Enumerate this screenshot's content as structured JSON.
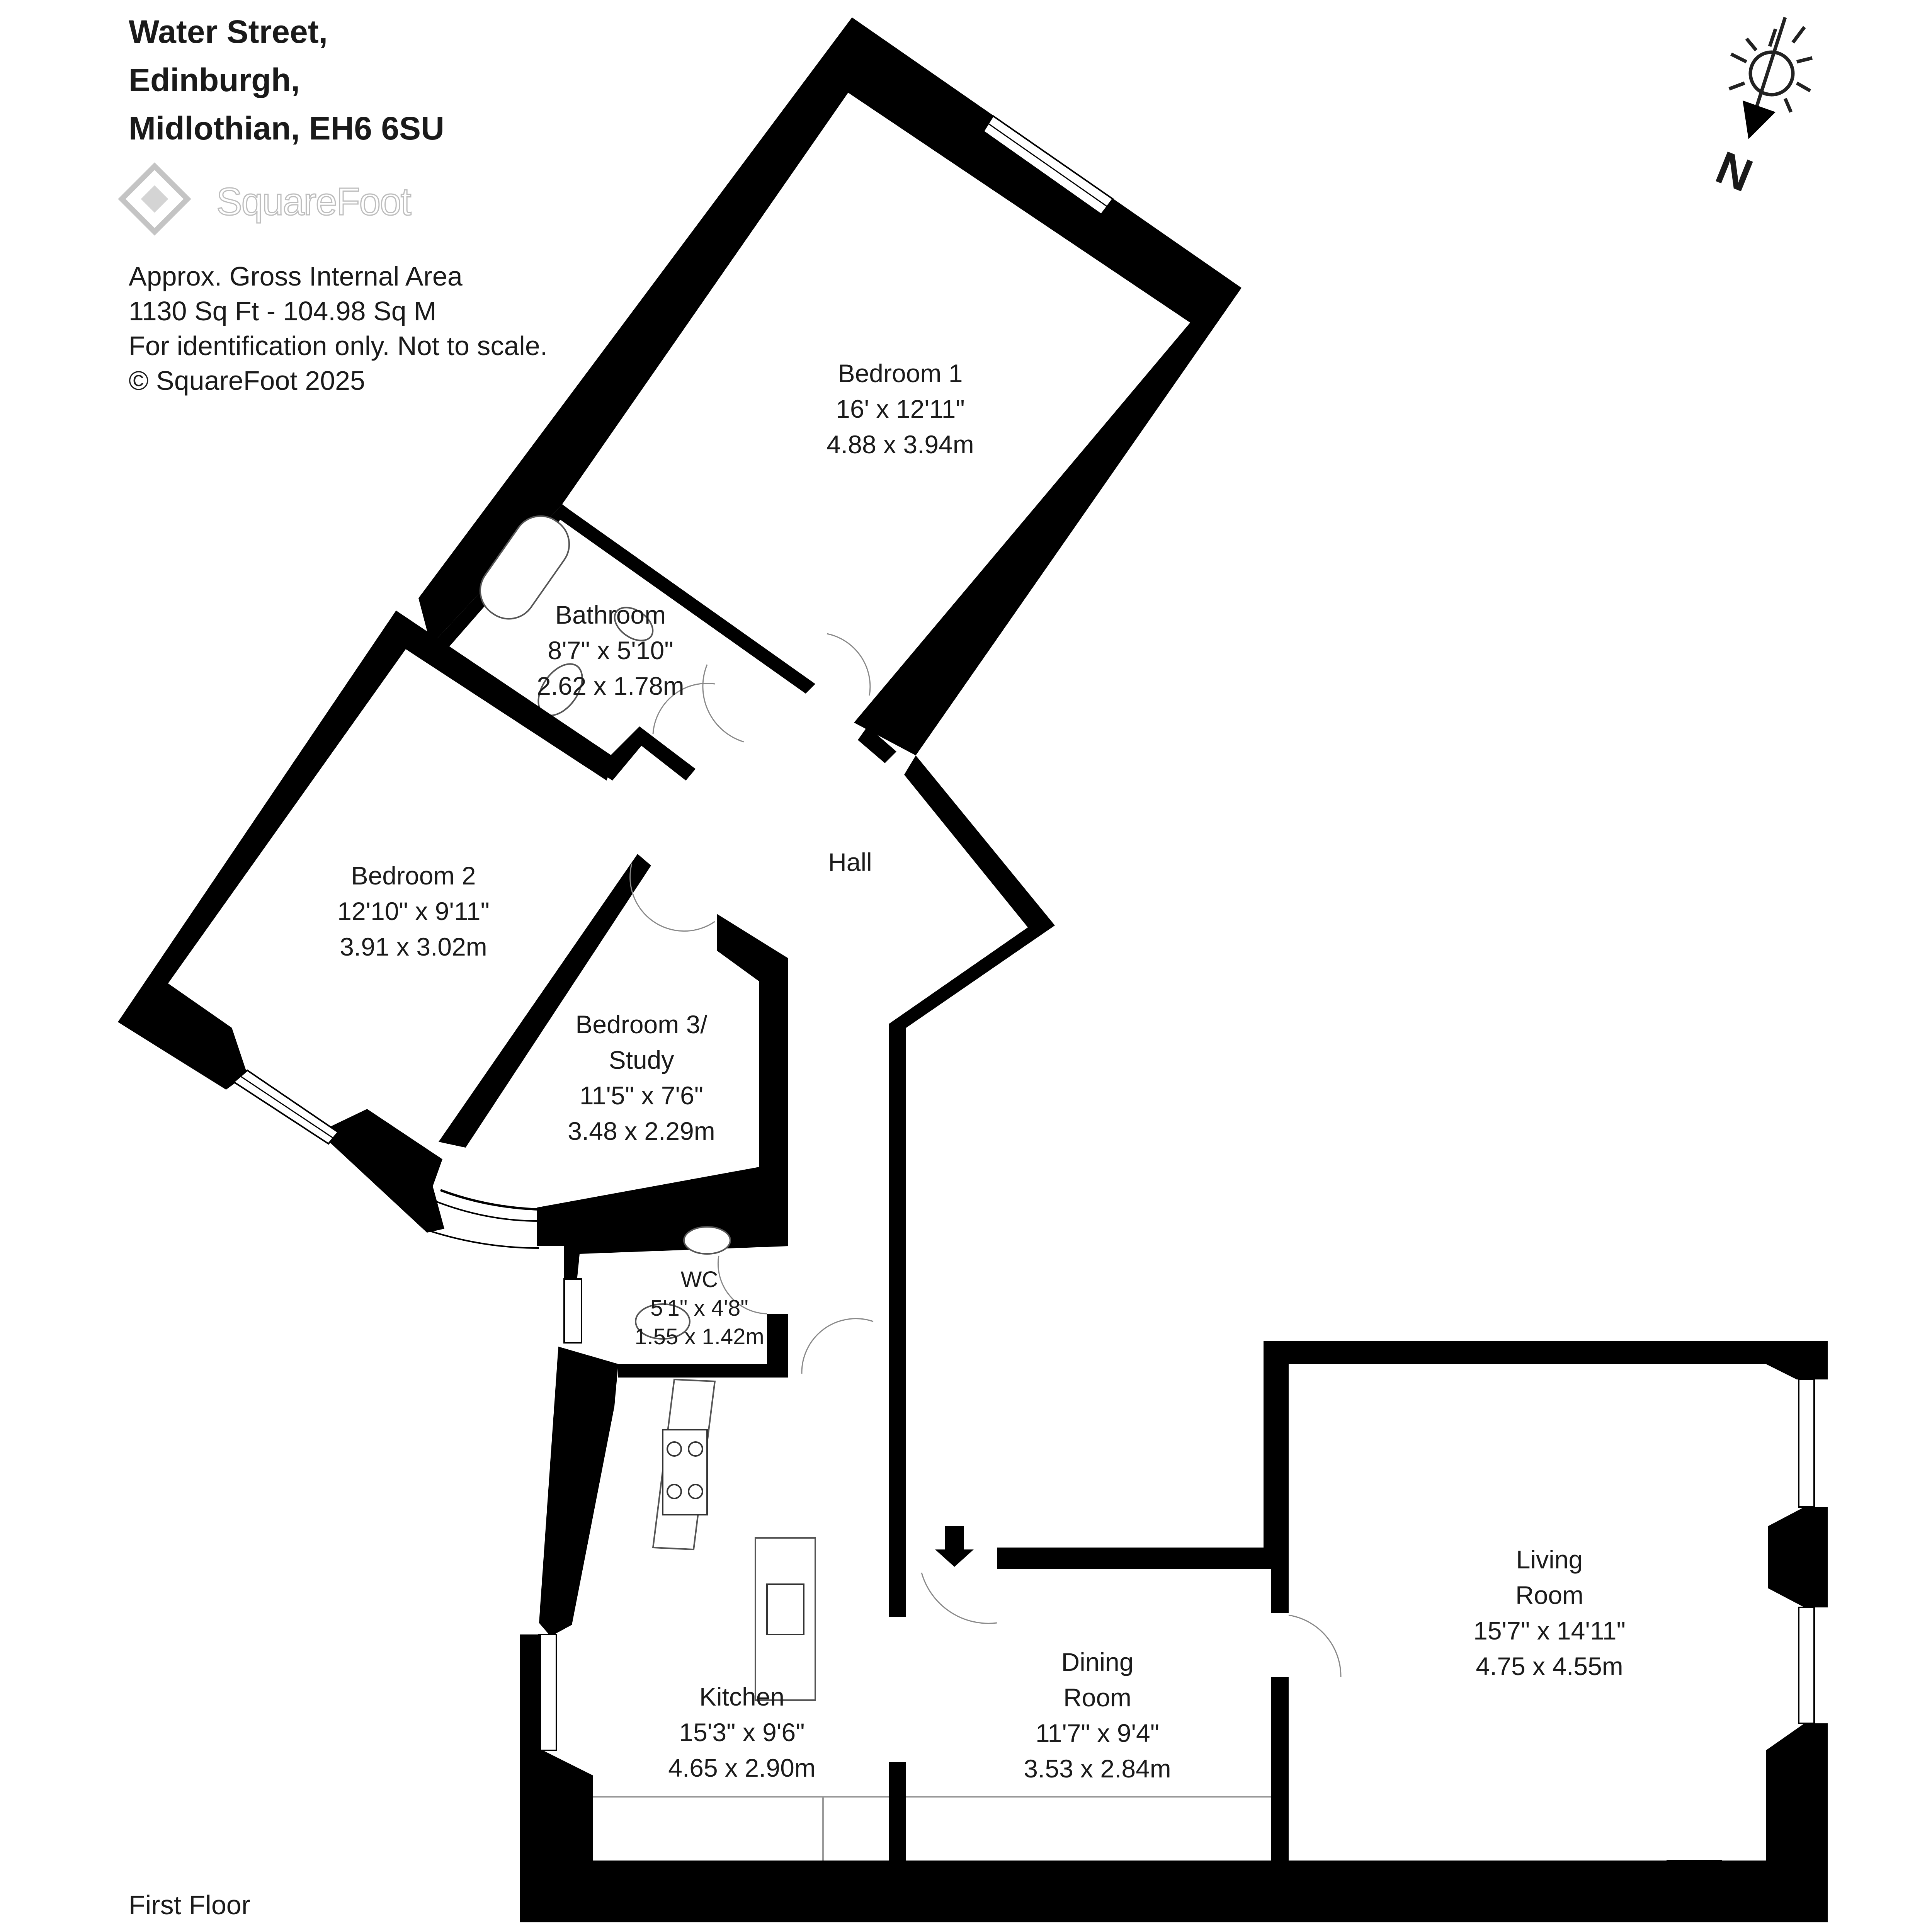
{
  "address": {
    "line1": "Water Street,",
    "line2": "Edinburgh,",
    "line3": "Midlothian, EH6 6SU"
  },
  "brand": {
    "name": "SquareFoot"
  },
  "info": {
    "area_label": "Approx. Gross Internal Area",
    "area_values": "1130 Sq Ft  -  104.98 Sq M",
    "disclaimer": "For identification only. Not to scale.",
    "copyright": "© SquareFoot 2025"
  },
  "compass": {
    "letter": "N"
  },
  "floor": "First Floor",
  "rooms": {
    "bedroom1": {
      "name": "Bedroom 1",
      "imperial": "16' x 12'11\"",
      "metric": "4.88 x 3.94m"
    },
    "bathroom": {
      "name": "Bathroom",
      "imperial": "8'7\" x 5'10\"",
      "metric": "2.62 x 1.78m"
    },
    "hall": {
      "name": "Hall"
    },
    "bedroom2": {
      "name": "Bedroom 2",
      "imperial": "12'10\" x 9'11\"",
      "metric": "3.91 x 3.02m"
    },
    "bedroom3": {
      "name_line1": "Bedroom 3/",
      "name_line2": "Study",
      "imperial": "11'5\" x 7'6\"",
      "metric": "3.48 x 2.29m"
    },
    "wc": {
      "name": "WC",
      "imperial": "5'1\" x 4'8\"",
      "metric": "1.55 x 1.42m"
    },
    "kitchen": {
      "name": "Kitchen",
      "imperial": "15'3\" x 9'6\"",
      "metric": "4.65 x 2.90m"
    },
    "dining": {
      "name_line1": "Dining",
      "name_line2": "Room",
      "imperial": "11'7\" x 9'4\"",
      "metric": "3.53 x 2.84m"
    },
    "living": {
      "name_line1": "Living",
      "name_line2": "Room",
      "imperial": "15'7\" x 14'11\"",
      "metric": "4.75 x 4.55m"
    }
  }
}
